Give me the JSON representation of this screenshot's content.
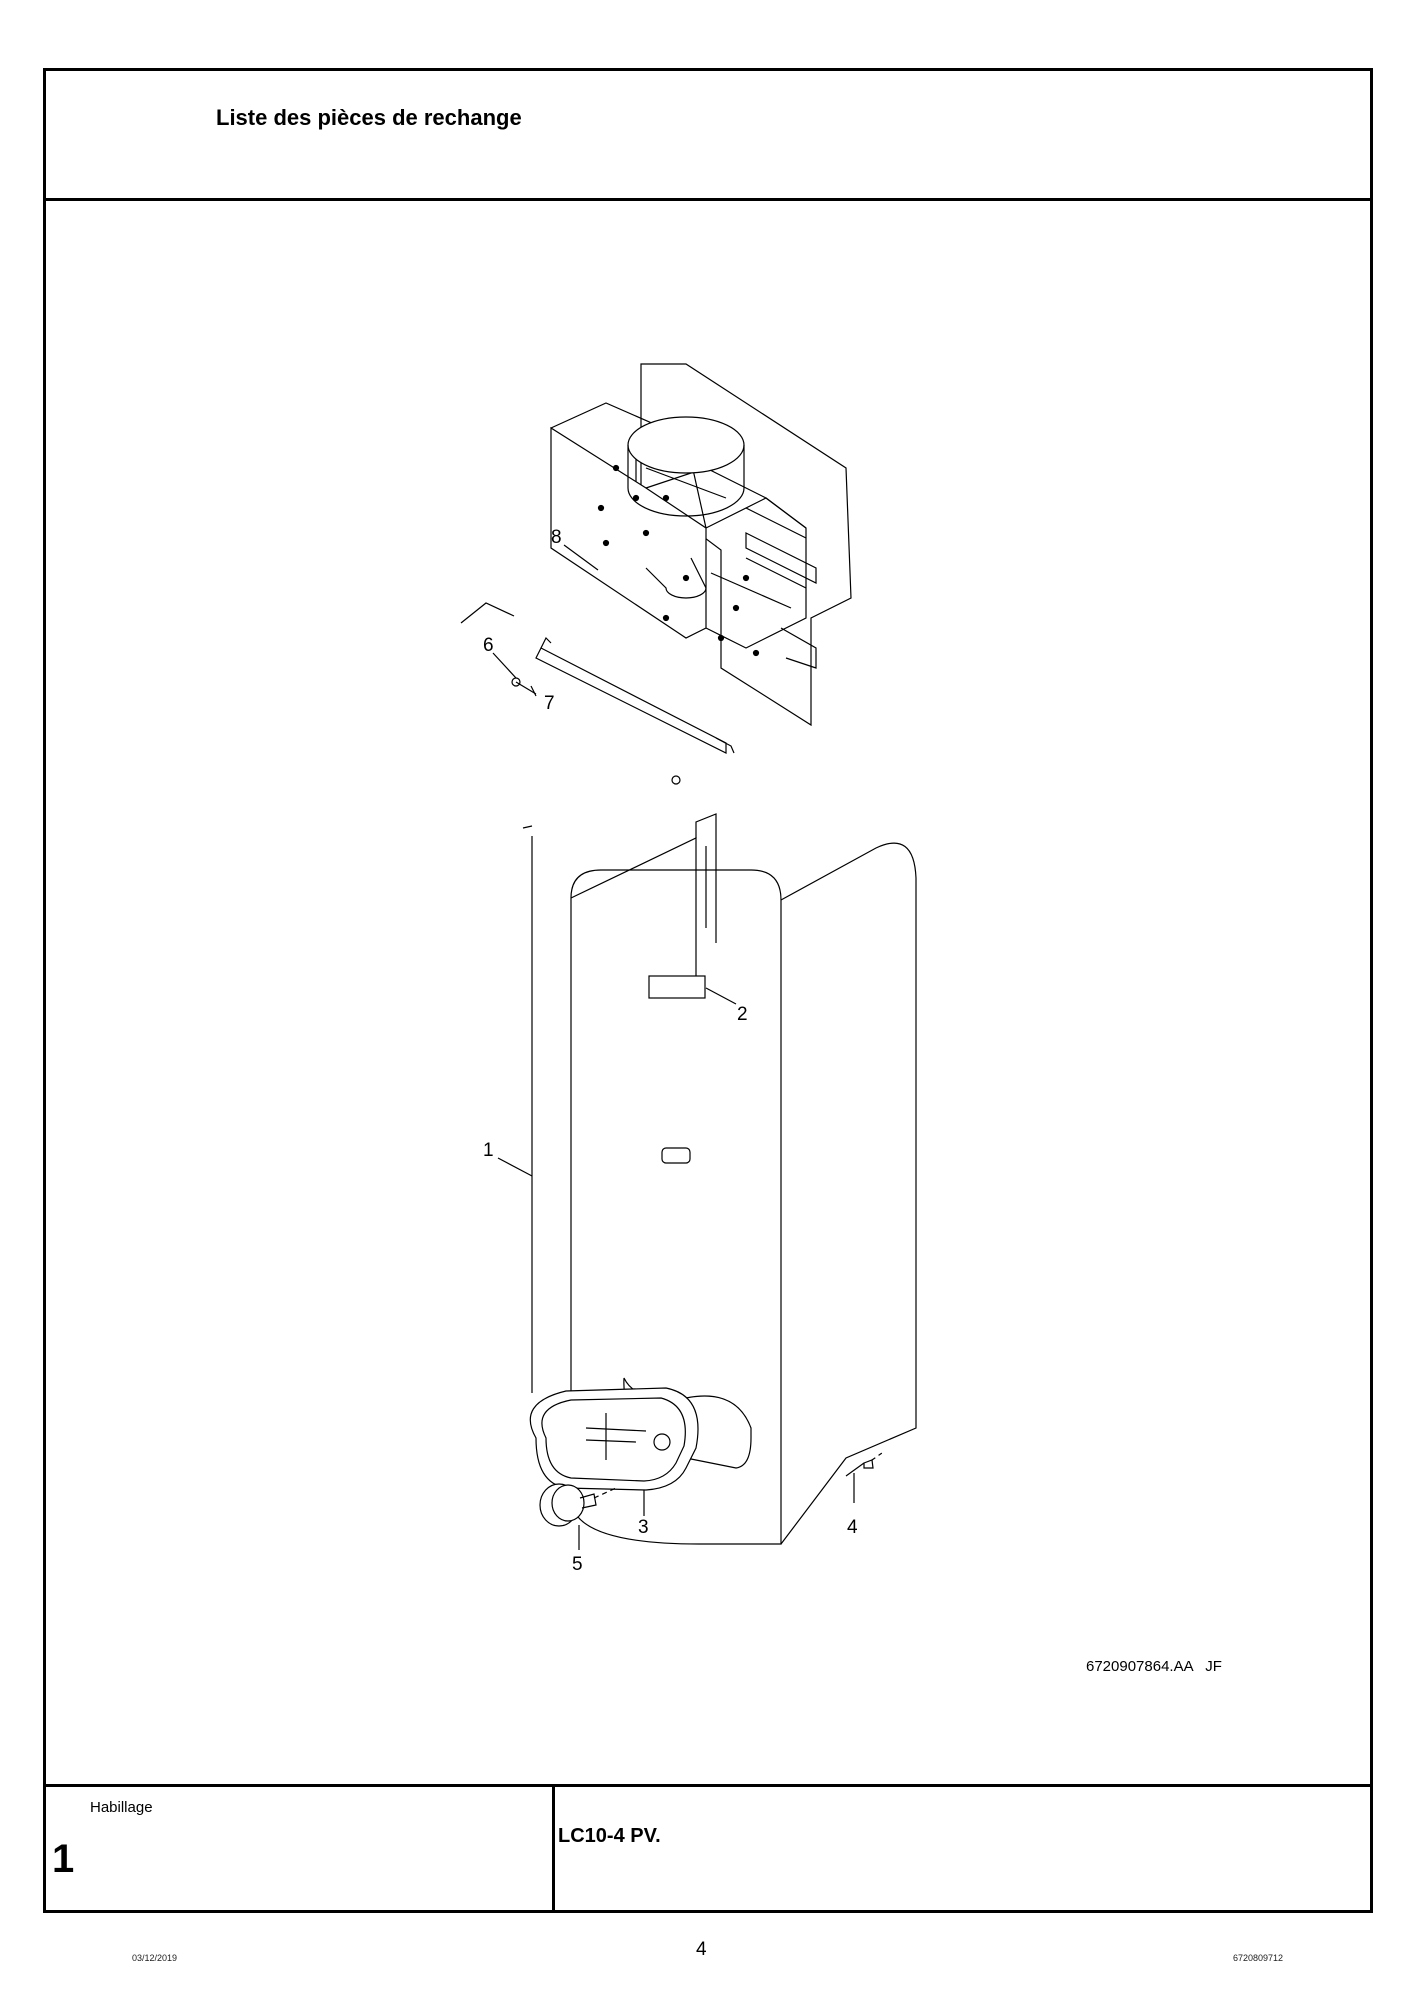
{
  "header": {
    "title": "Liste des pièces de rechange"
  },
  "drawing": {
    "reference": "6720907864.AA   JF",
    "callouts": [
      "1",
      "2",
      "3",
      "4",
      "5",
      "6",
      "7",
      "8"
    ]
  },
  "footer": {
    "group_label": "Habillage",
    "group_number": "1",
    "model": "LC10-4 PV."
  },
  "page": {
    "date": "03/12/2019",
    "number": "4",
    "doc_number": "6720809712"
  }
}
